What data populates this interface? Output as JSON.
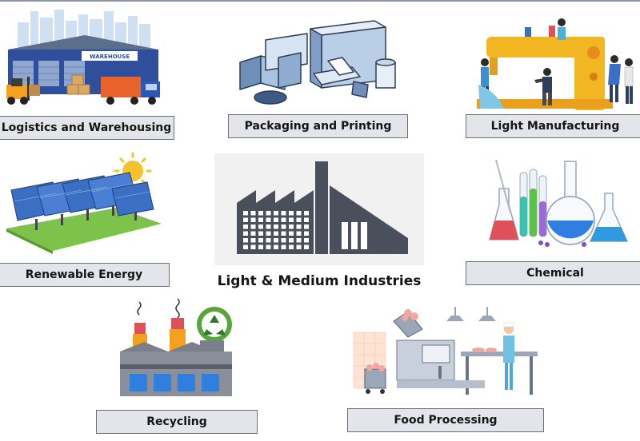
{
  "title": "Light & Medium Industries",
  "sectors": {
    "logistics": {
      "label": "Logistics and Warehousing",
      "sign": "WAREHOUSE"
    },
    "packaging": {
      "label": "Packaging and Printing"
    },
    "light_manufacturing": {
      "label": "Light Manufacturing"
    },
    "renewable_energy": {
      "label": "Renewable Energy"
    },
    "chemical": {
      "label": "Chemical"
    },
    "recycling": {
      "label": "Recycling"
    },
    "food_processing": {
      "label": "Food Processing"
    }
  },
  "colors": {
    "label_fill": "#e3e5ea",
    "label_border": "#6b6f77",
    "factory_icon": "#4a4f5c",
    "warehouse_blue": "#2f4e9c",
    "sun": "#f4c22b",
    "solar_panel": "#3b6fc4",
    "recycle_green": "#58a63b",
    "chemical_red": "#e0505a",
    "chemical_blue": "#2f7fe0"
  },
  "icons": [
    "warehouse-illustration",
    "packaging-boxes-illustration",
    "sewing-machine-illustration",
    "solar-panels-illustration",
    "factory-icon",
    "chemical-flasks-illustration",
    "recycling-factory-illustration",
    "food-processing-illustration"
  ]
}
